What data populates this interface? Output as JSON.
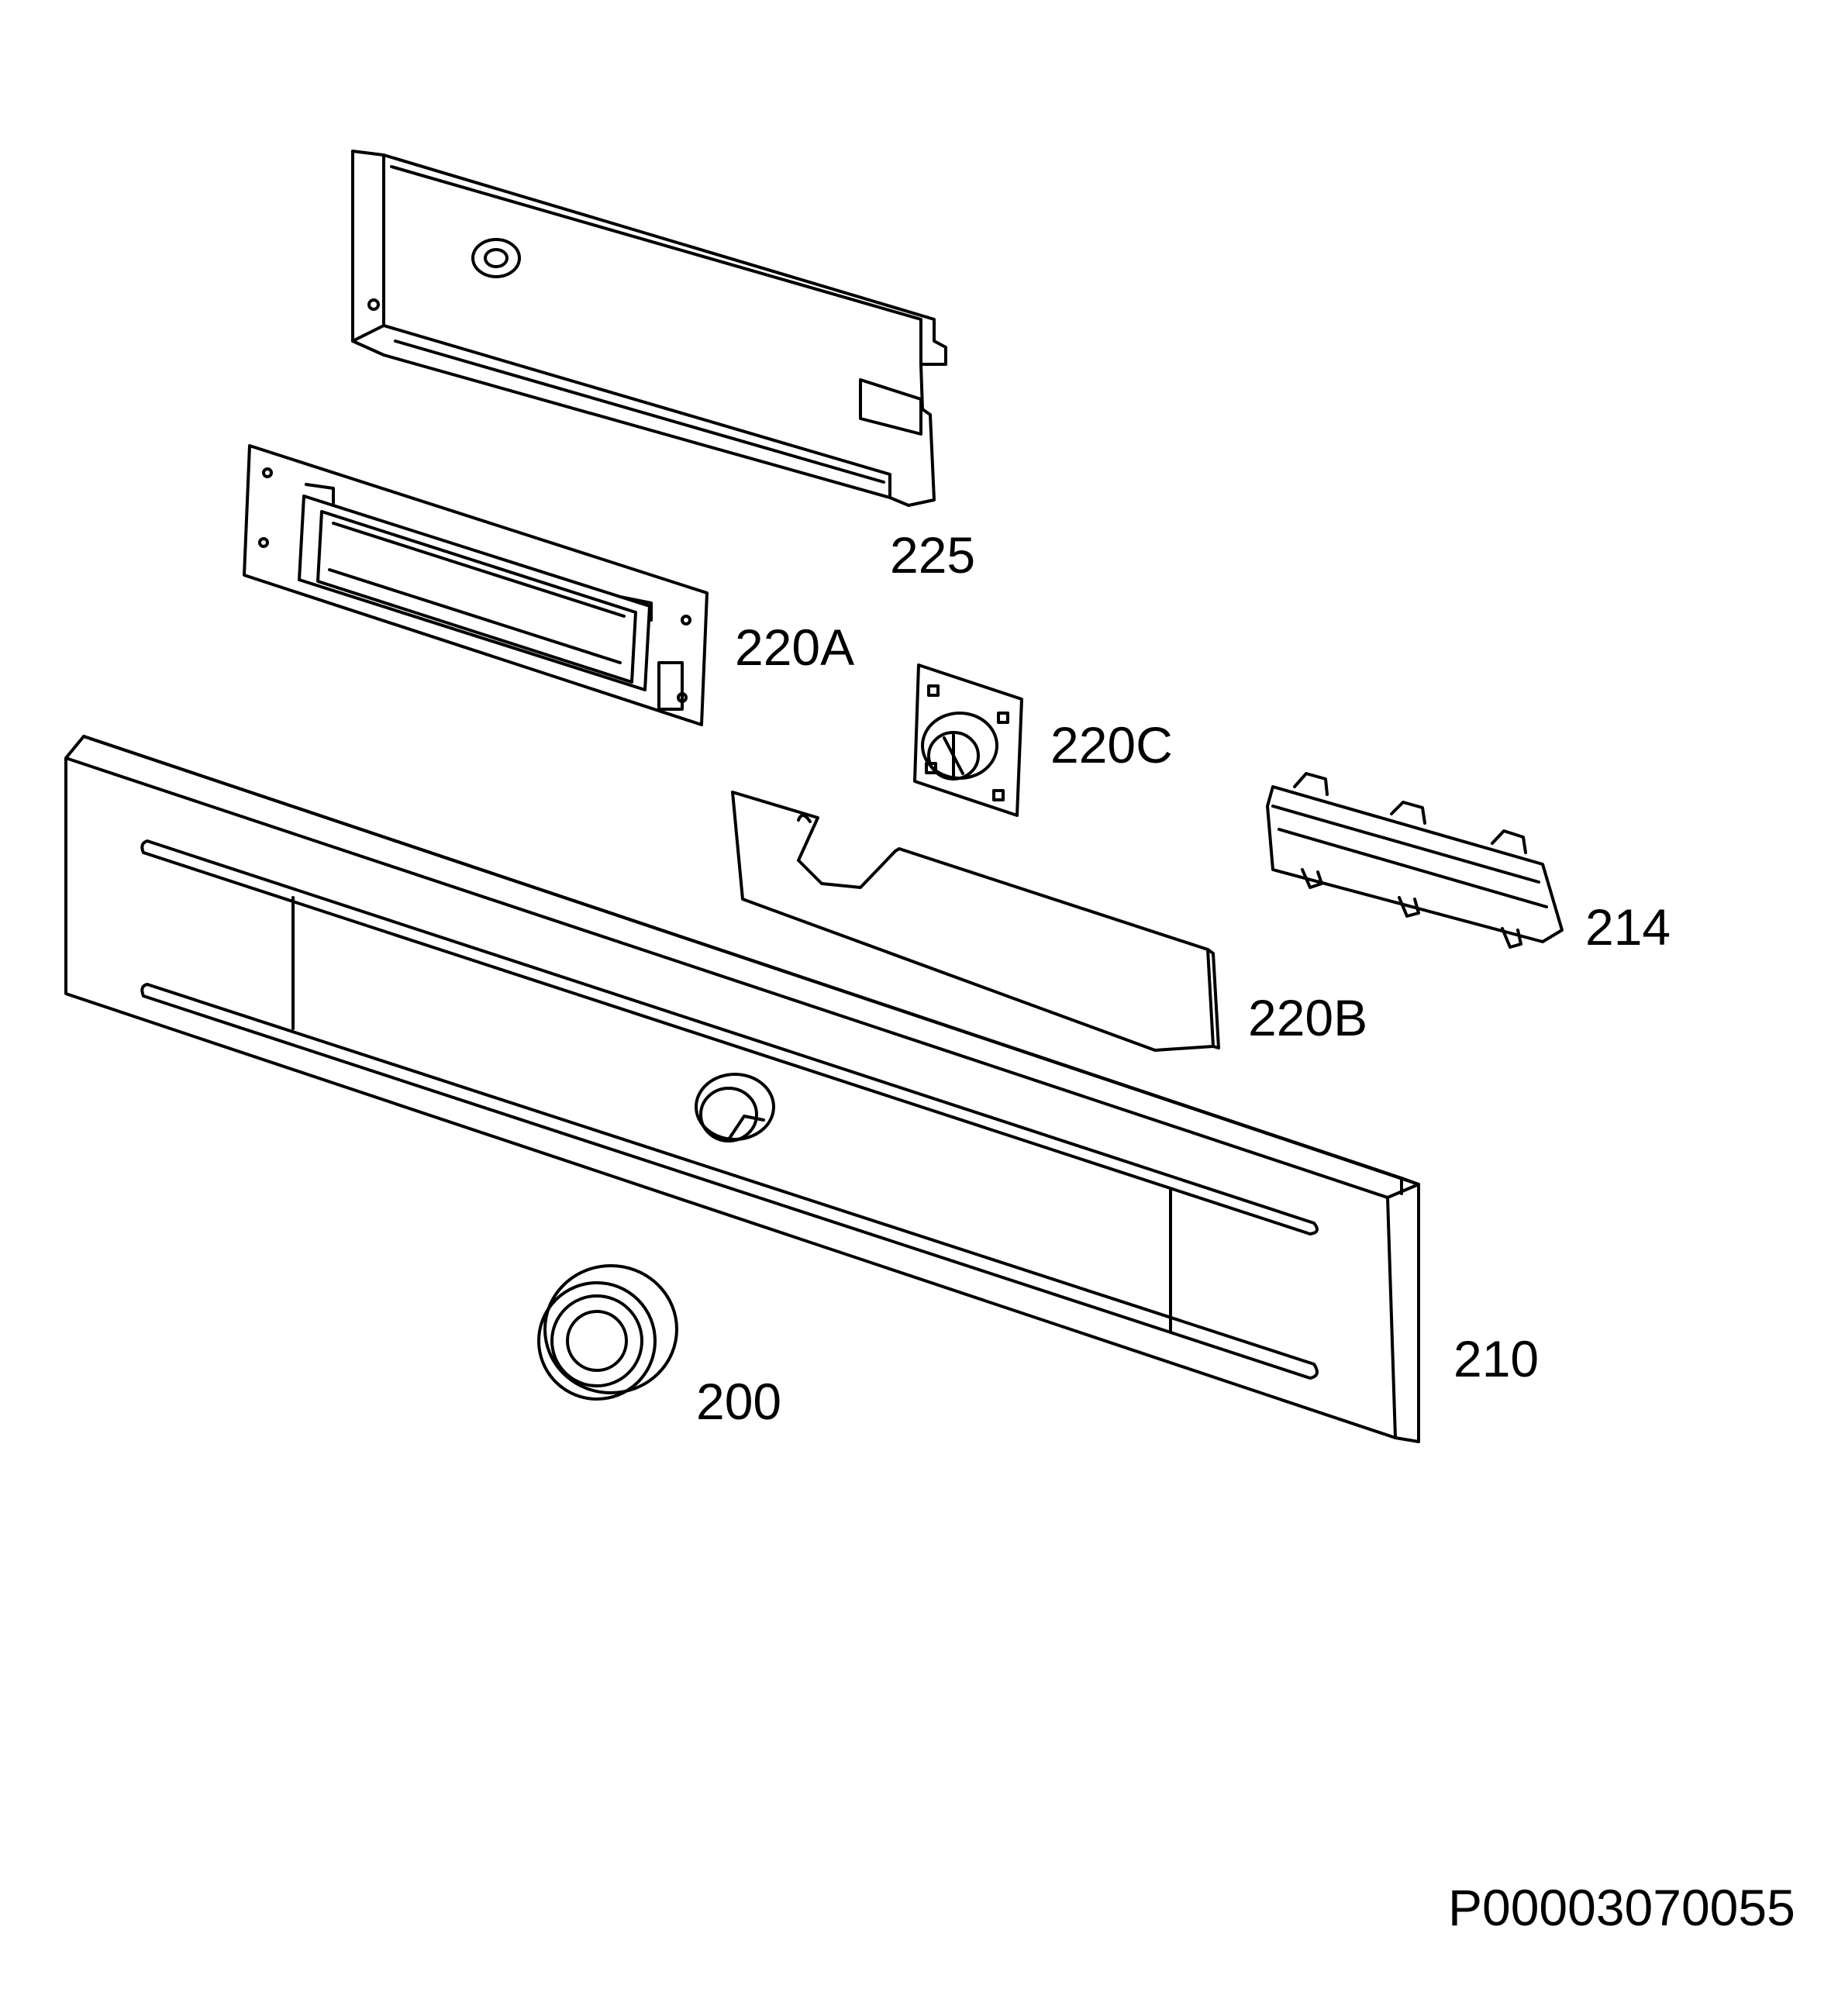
{
  "diagram": {
    "callouts": {
      "c225": "225",
      "c220A": "220A",
      "c220C": "220C",
      "c214": "214",
      "c220B": "220B",
      "c210": "210",
      "c200": "200"
    },
    "document_id": "P00003070055"
  }
}
